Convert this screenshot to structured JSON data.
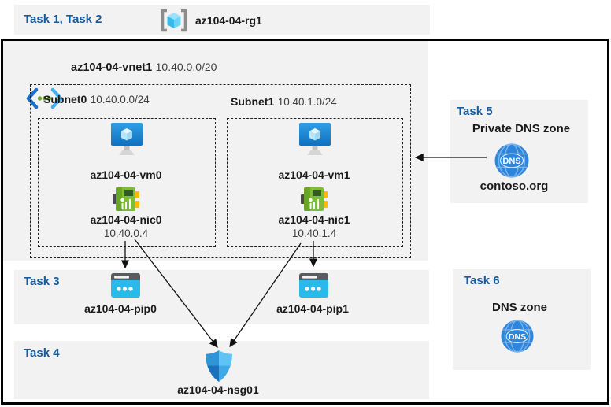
{
  "colors": {
    "task_blue": "#175a9e",
    "panel_gray": "#f2f2f2",
    "arrow": "#111111"
  },
  "top_band": {
    "task_label": "Task 1, Task 2",
    "rg_name": "az104-04-rg1"
  },
  "vnet": {
    "name": "az104-04-vnet1",
    "cidr": "10.40.0.0/20"
  },
  "subnets": [
    {
      "name": "Subnet0",
      "cidr": "10.40.0.0/24",
      "vm": "az104-04-vm0",
      "nic": "az104-04-nic0",
      "ip": "10.40.0.4"
    },
    {
      "name": "Subnet1",
      "cidr": "10.40.1.0/24",
      "vm": "az104-04-vm1",
      "nic": "az104-04-nic1",
      "ip": "10.40.1.4"
    }
  ],
  "task3": {
    "label": "Task 3",
    "pips": [
      "az104-04-pip0",
      "az104-04-pip1"
    ]
  },
  "task4": {
    "label": "Task 4",
    "nsg": "az104-04-nsg01"
  },
  "task5": {
    "label": "Task 5",
    "title": "Private DNS zone",
    "zone": "contoso.org",
    "icon_text": "DNS"
  },
  "task6": {
    "label": "Task 6",
    "title": "DNS zone",
    "icon_text": "DNS"
  }
}
